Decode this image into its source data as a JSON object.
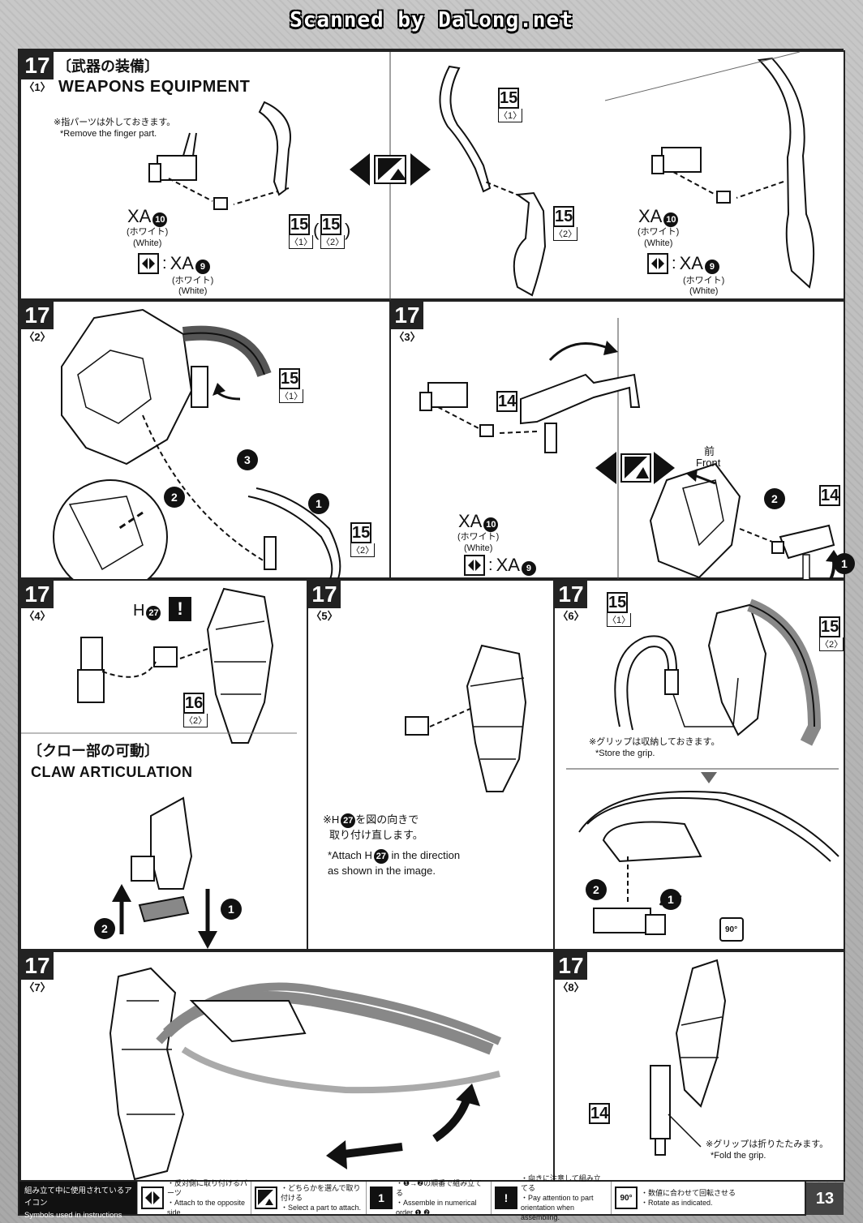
{
  "scan_credit": "Scanned by Dalong.net",
  "page_number": "13",
  "panels": {
    "p17_1": {
      "step": "17",
      "sub": "〈1〉",
      "title_jp": "〔武器の装備〕",
      "title_en": "WEAPONS EQUIPMENT",
      "note_jp": "※指パーツは外しておきます。",
      "note_en": "*Remove the finger part.",
      "part_a": {
        "num": "15",
        "sub": "〈1〉"
      },
      "part_b": {
        "num": "15",
        "sub": "〈2〉"
      },
      "part_b_paren_open": "(",
      "part_b_paren_close": ")",
      "right_part_top": {
        "num": "15",
        "sub": "〈1〉"
      },
      "right_part_bottom": {
        "num": "15",
        "sub": "〈2〉"
      },
      "runner_left": {
        "letters": "XA",
        "num": "10",
        "jp": "(ホワイト)",
        "en": "(White)"
      },
      "runner_alt_left": {
        "letters": "XA",
        "num": "9",
        "jp": "(ホワイト)",
        "en": "(White)"
      },
      "runner_right": {
        "letters": "XA",
        "num": "10",
        "jp": "(ホワイト)",
        "en": "(White)"
      },
      "runner_alt_right": {
        "letters": "XA",
        "num": "9",
        "jp": "(ホワイト)",
        "en": "(White)"
      },
      "colon": ":"
    },
    "p17_2": {
      "step": "17",
      "sub": "〈2〉",
      "part_top": {
        "num": "15",
        "sub": "〈1〉"
      },
      "part_bottom": {
        "num": "15",
        "sub": "〈2〉"
      },
      "n1": "1",
      "n2": "2",
      "n3": "3"
    },
    "p17_3": {
      "step": "17",
      "sub": "〈3〉",
      "part_gun": {
        "num": "14",
        "sub": ""
      },
      "part_gun_right": {
        "num": "14",
        "sub": ""
      },
      "runner": {
        "letters": "XA",
        "num": "10",
        "jp": "(ホワイト)",
        "en": "(White)"
      },
      "runner_alt": {
        "letters": "XA",
        "num": "9",
        "jp": "(ホワイト)",
        "en": "(White)"
      },
      "colon": ":",
      "front_jp": "前",
      "front_en": "Front",
      "n1": "1",
      "n2": "2"
    },
    "p17_4": {
      "step": "17",
      "sub": "〈4〉",
      "h_label": "H",
      "h_num": "27",
      "part": {
        "num": "16",
        "sub": "〈2〉"
      },
      "claw_title_jp": "〔クロー部の可動〕",
      "claw_title_en": "CLAW ARTICULATION",
      "n1": "1",
      "n2": "2"
    },
    "p17_5": {
      "step": "17",
      "sub": "〈5〉",
      "note_jp_1": "※H",
      "note_jp_num": "27",
      "note_jp_2": "を図の向きで",
      "note_jp_3": "取り付け直します。",
      "note_en_1": "*Attach H",
      "note_en_num": "27",
      "note_en_2": " in the direction",
      "note_en_3": "as shown in the image."
    },
    "p17_6": {
      "step": "17",
      "sub": "〈6〉",
      "part_left": {
        "num": "15",
        "sub": "〈1〉"
      },
      "part_right": {
        "num": "15",
        "sub": "〈2〉"
      },
      "note_jp": "※グリップは収納しておきます。",
      "note_en": "*Store the grip.",
      "n1": "1",
      "n2": "2",
      "rotate": "90°"
    },
    "p17_7": {
      "step": "17",
      "sub": "〈7〉"
    },
    "p17_8": {
      "step": "17",
      "sub": "〈8〉",
      "part": {
        "num": "14",
        "sub": ""
      },
      "note_jp": "※グリップは折りたたみます。",
      "note_en": "*Fold the grip."
    }
  },
  "legend": {
    "title_jp": "組み立て中に使用されているアイコン",
    "title_en": "Symbols used in instructions",
    "items": [
      {
        "icon": "opposite-side-icon",
        "jp": "・反対側に取り付けるパーツ",
        "en": "・Attach to the opposite side."
      },
      {
        "icon": "choose-part-icon",
        "jp": "・どちらかを選んで取り付ける",
        "en": "・Select a part to attach."
      },
      {
        "icon": "numerical-order-icon",
        "symbol": "1",
        "jp": "・❶→❷の順番で組み立てる",
        "en": "・Assemble in numerical order ❶,❷…"
      },
      {
        "icon": "attention-icon",
        "symbol": "!",
        "jp": "・向きに注意して組み立てる",
        "en": "・Pay attention to part orientation when assembling."
      },
      {
        "icon": "rotate-icon",
        "symbol": "90°",
        "jp": "・数値に合わせて回転させる",
        "en": "・Rotate as indicated."
      }
    ]
  }
}
